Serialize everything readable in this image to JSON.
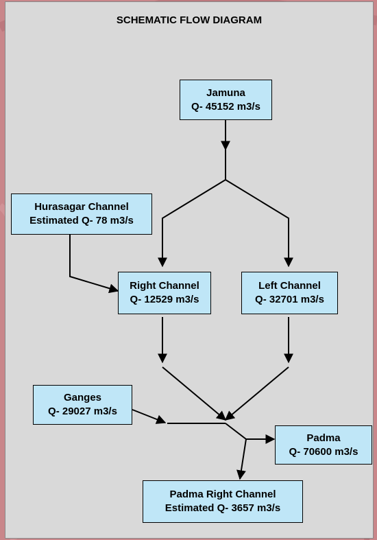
{
  "title": "SCHEMATIC FLOW DIAGRAM",
  "colors": {
    "node_fill": "#bfe6f7",
    "panel": "#d9d9d9",
    "background": "#c9868a"
  },
  "nodes": {
    "jamuna": {
      "name": "Jamuna",
      "flow": "Q- 45152 m3/s"
    },
    "hurasagar": {
      "name": "Hurasagar Channel",
      "flow": "Estimated Q- 78 m3/s"
    },
    "right_channel": {
      "name": "Right Channel",
      "flow": "Q- 12529 m3/s"
    },
    "left_channel": {
      "name": "Left Channel",
      "flow": "Q- 32701 m3/s"
    },
    "ganges": {
      "name": "Ganges",
      "flow": "Q- 29027 m3/s"
    },
    "padma": {
      "name": "Padma",
      "flow": "Q- 70600 m3/s"
    },
    "padma_right": {
      "name": "Padma Right Channel",
      "flow": "Estimated Q- 3657 m3/s"
    }
  }
}
